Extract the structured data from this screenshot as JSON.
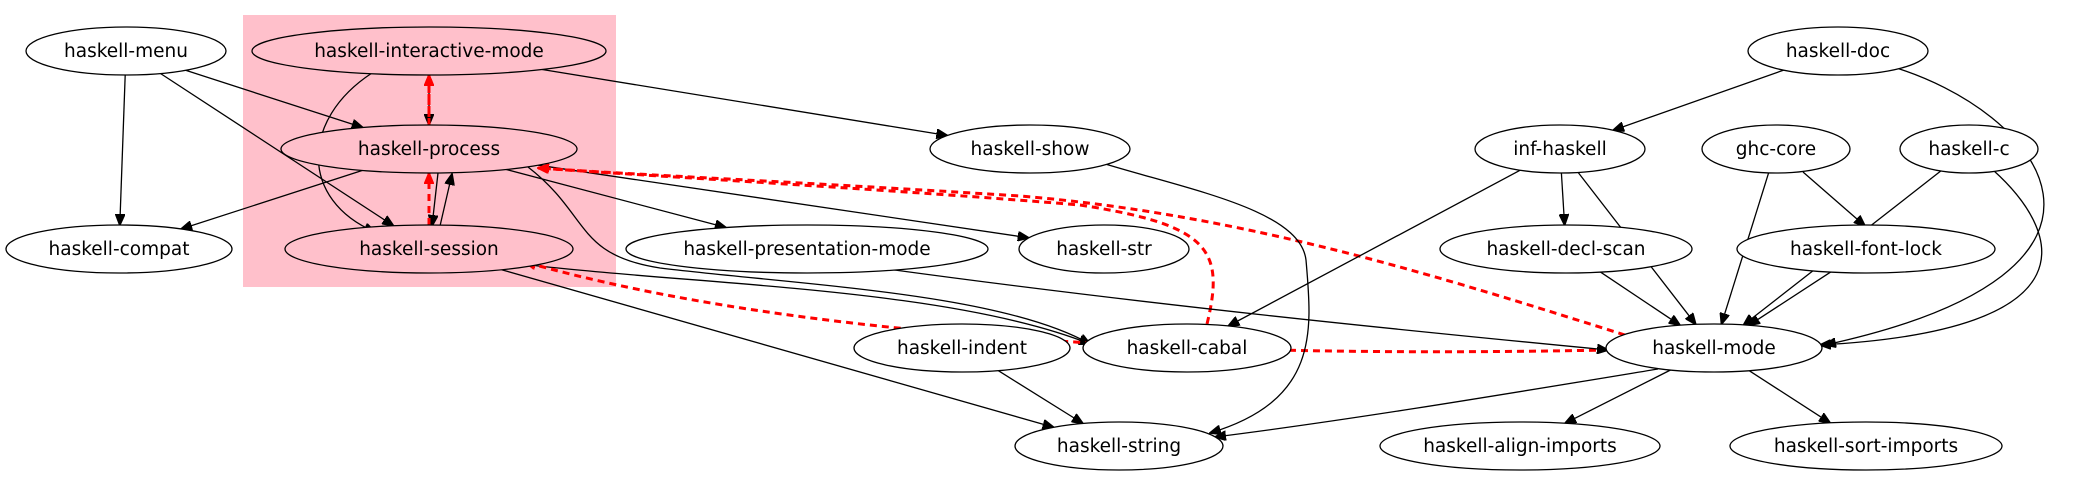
{
  "graph": {
    "cluster": {
      "fill": "#ffc0cb"
    },
    "colors": {
      "edge": "#000000",
      "highlight_edge": "#ff0000",
      "node_fill": "#ffffff"
    },
    "nodes": [
      {
        "id": "haskell-menu",
        "label": "haskell-menu"
      },
      {
        "id": "haskell-interactive-mode",
        "label": "haskell-interactive-mode",
        "in_cluster": true
      },
      {
        "id": "haskell-process",
        "label": "haskell-process",
        "in_cluster": true
      },
      {
        "id": "haskell-session",
        "label": "haskell-session",
        "in_cluster": true
      },
      {
        "id": "haskell-compat",
        "label": "haskell-compat"
      },
      {
        "id": "haskell-show",
        "label": "haskell-show"
      },
      {
        "id": "haskell-presentation-mode",
        "label": "haskell-presentation-mode"
      },
      {
        "id": "haskell-str",
        "label": "haskell-str"
      },
      {
        "id": "haskell-indent",
        "label": "haskell-indent"
      },
      {
        "id": "haskell-cabal",
        "label": "haskell-cabal"
      },
      {
        "id": "haskell-string",
        "label": "haskell-string"
      },
      {
        "id": "haskell-doc",
        "label": "haskell-doc"
      },
      {
        "id": "inf-haskell",
        "label": "inf-haskell"
      },
      {
        "id": "ghc-core",
        "label": "ghc-core"
      },
      {
        "id": "haskell-c",
        "label": "haskell-c"
      },
      {
        "id": "haskell-decl-scan",
        "label": "haskell-decl-scan"
      },
      {
        "id": "haskell-font-lock",
        "label": "haskell-font-lock"
      },
      {
        "id": "haskell-mode",
        "label": "haskell-mode"
      },
      {
        "id": "haskell-align-imports",
        "label": "haskell-align-imports"
      },
      {
        "id": "haskell-sort-imports",
        "label": "haskell-sort-imports"
      }
    ],
    "edges": [
      {
        "from": "haskell-menu",
        "to": "haskell-compat",
        "style": "solid"
      },
      {
        "from": "haskell-menu",
        "to": "haskell-process",
        "style": "solid"
      },
      {
        "from": "haskell-menu",
        "to": "haskell-session",
        "style": "solid"
      },
      {
        "from": "haskell-interactive-mode",
        "to": "haskell-process",
        "style": "solid"
      },
      {
        "from": "haskell-interactive-mode",
        "to": "haskell-session",
        "style": "solid"
      },
      {
        "from": "haskell-interactive-mode",
        "to": "haskell-show",
        "style": "solid"
      },
      {
        "from": "haskell-process",
        "to": "haskell-interactive-mode",
        "style": "dashed"
      },
      {
        "from": "haskell-process",
        "to": "haskell-session",
        "style": "solid"
      },
      {
        "from": "haskell-process",
        "to": "haskell-compat",
        "style": "solid"
      },
      {
        "from": "haskell-process",
        "to": "haskell-presentation-mode",
        "style": "solid"
      },
      {
        "from": "haskell-process",
        "to": "haskell-str",
        "style": "solid"
      },
      {
        "from": "haskell-process",
        "to": "haskell-cabal",
        "style": "solid"
      },
      {
        "from": "haskell-session",
        "to": "haskell-process",
        "style": "solid"
      },
      {
        "from": "haskell-session",
        "to": "haskell-process",
        "style": "dashed"
      },
      {
        "from": "haskell-session",
        "to": "haskell-interactive-mode",
        "style": "dashed"
      },
      {
        "from": "haskell-session",
        "to": "haskell-cabal",
        "style": "solid"
      },
      {
        "from": "haskell-session",
        "to": "haskell-string",
        "style": "solid"
      },
      {
        "from": "haskell-cabal",
        "to": "haskell-process",
        "style": "dashed"
      },
      {
        "from": "haskell-mode",
        "to": "haskell-process",
        "style": "dashed"
      },
      {
        "from": "haskell-mode",
        "to": "haskell-session",
        "style": "dashed"
      },
      {
        "from": "haskell-show",
        "to": "haskell-string",
        "style": "solid"
      },
      {
        "from": "haskell-presentation-mode",
        "to": "haskell-mode",
        "style": "solid"
      },
      {
        "from": "haskell-indent",
        "to": "haskell-string",
        "style": "solid"
      },
      {
        "from": "haskell-doc",
        "to": "inf-haskell",
        "style": "solid"
      },
      {
        "from": "haskell-doc",
        "to": "haskell-mode",
        "style": "solid"
      },
      {
        "from": "inf-haskell",
        "to": "haskell-decl-scan",
        "style": "solid"
      },
      {
        "from": "inf-haskell",
        "to": "haskell-mode",
        "style": "solid"
      },
      {
        "from": "inf-haskell",
        "to": "haskell-cabal",
        "style": "solid"
      },
      {
        "from": "ghc-core",
        "to": "haskell-font-lock",
        "style": "solid"
      },
      {
        "from": "ghc-core",
        "to": "haskell-mode",
        "style": "solid"
      },
      {
        "from": "haskell-c",
        "to": "haskell-font-lock",
        "style": "solid"
      },
      {
        "from": "haskell-c",
        "to": "haskell-mode",
        "style": "solid"
      },
      {
        "from": "haskell-decl-scan",
        "to": "haskell-mode",
        "style": "solid"
      },
      {
        "from": "haskell-font-lock",
        "to": "haskell-mode",
        "style": "solid"
      },
      {
        "from": "haskell-mode",
        "to": "haskell-string",
        "style": "solid"
      },
      {
        "from": "haskell-mode",
        "to": "haskell-align-imports",
        "style": "solid"
      },
      {
        "from": "haskell-mode",
        "to": "haskell-sort-imports",
        "style": "solid"
      }
    ]
  }
}
